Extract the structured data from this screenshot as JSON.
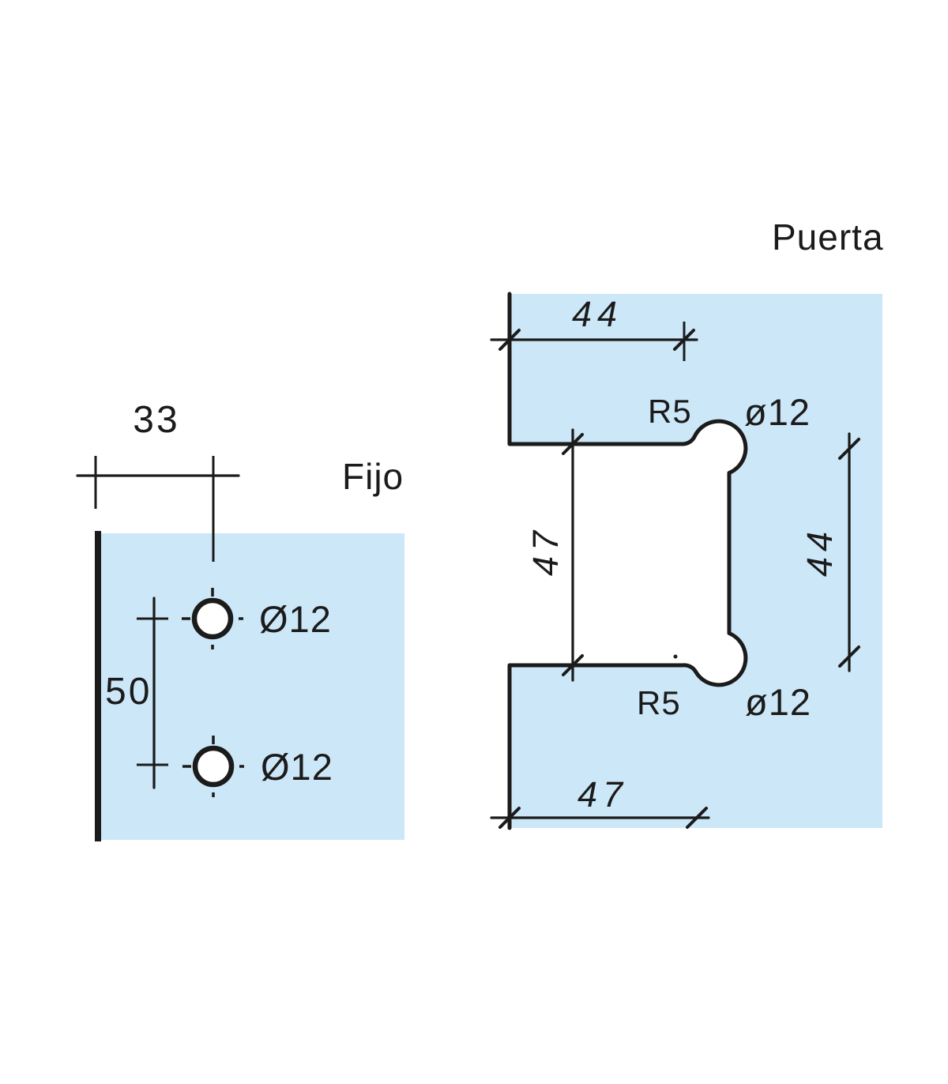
{
  "colors": {
    "glass": "#cce7f7",
    "line": "#1b1b1b",
    "hole_fill": "#ffffff",
    "background": "#ffffff"
  },
  "fijo": {
    "label": "Fijo",
    "dim_width": "33",
    "dim_hole_spacing": "50",
    "hole_top_label": "Ø12",
    "hole_bottom_label": "Ø12"
  },
  "puerta": {
    "label": "Puerta",
    "dim_top_width": "44",
    "dim_notch_height": "47",
    "dim_hole_spacing": "44",
    "dim_bottom_width": "47",
    "fillet_top_label": "R5",
    "fillet_bottom_label": "R5",
    "hole_top_label": "ø12",
    "hole_bottom_label": "ø12"
  }
}
